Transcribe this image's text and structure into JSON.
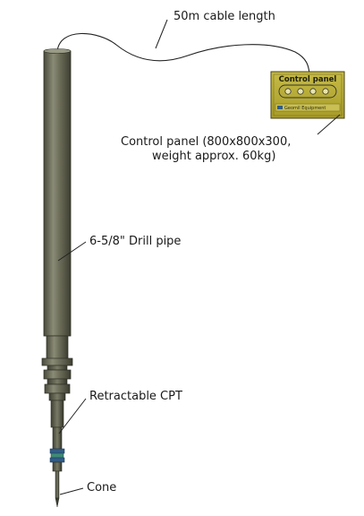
{
  "diagram": {
    "labels": {
      "cable": "50m cable length",
      "panel_line1": "Control panel (800x800x300,",
      "panel_line2": "weight approx. 60kg)",
      "drill_pipe": "6-5/8\" Drill pipe",
      "retractable": "Retractable CPT",
      "cone": "Cone"
    },
    "control_panel": {
      "title": "Control panel",
      "brand": "Geomil Equipment"
    },
    "colors": {
      "pipe": "#5d5e4c",
      "panel": "#b9ae35",
      "line": "#222222"
    }
  }
}
